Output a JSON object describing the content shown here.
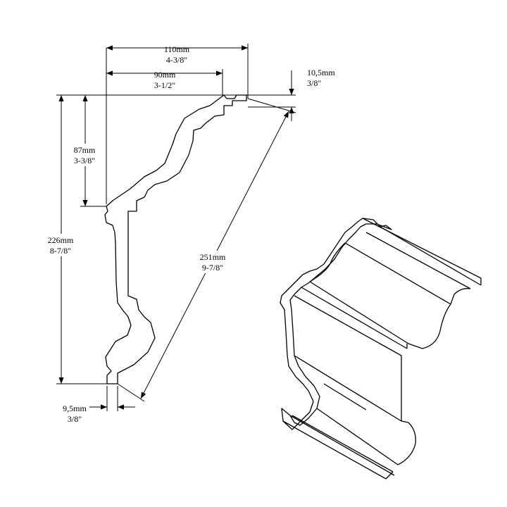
{
  "dimensions": {
    "width_top": {
      "mm": "110mm",
      "in": "4-3/8\""
    },
    "projection_top": {
      "mm": "90mm",
      "in": "3-1/2\""
    },
    "top_lip": {
      "mm": "10,5mm",
      "in": "3/8\""
    },
    "upper_height": {
      "mm": "87mm",
      "in": "3-3/8\""
    },
    "total_height": {
      "mm": "226mm",
      "in": "8-7/8\""
    },
    "diagonal": {
      "mm": "251mm",
      "in": "9-7/8\""
    },
    "bottom_lip": {
      "mm": "9,5mm",
      "in": "3/8\""
    }
  },
  "colors": {
    "line": "#000000",
    "background": "#ffffff"
  }
}
